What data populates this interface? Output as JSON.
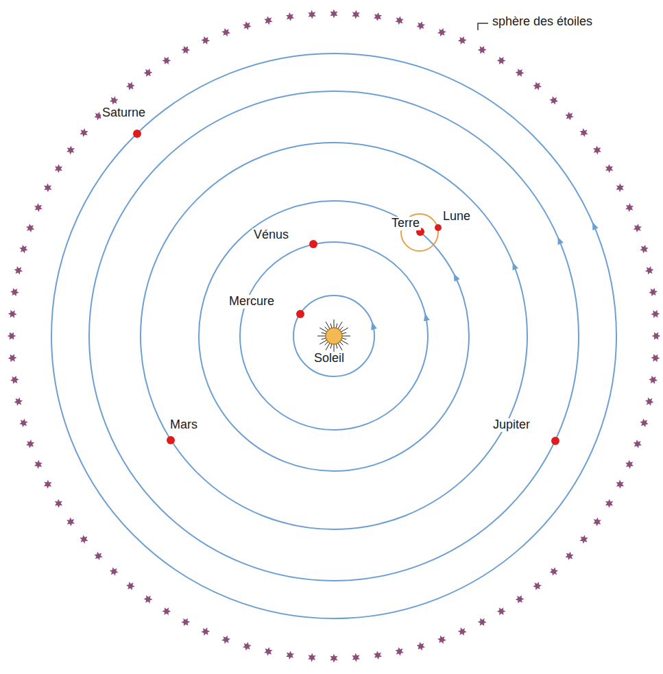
{
  "diagram": {
    "labels": [
      "sphère des étoiles",
      "Saturne",
      "Vénus",
      "Terre",
      "Lune",
      "Mercure",
      "Soleil",
      "Mars",
      "Jupiter"
    ]
  }
}
